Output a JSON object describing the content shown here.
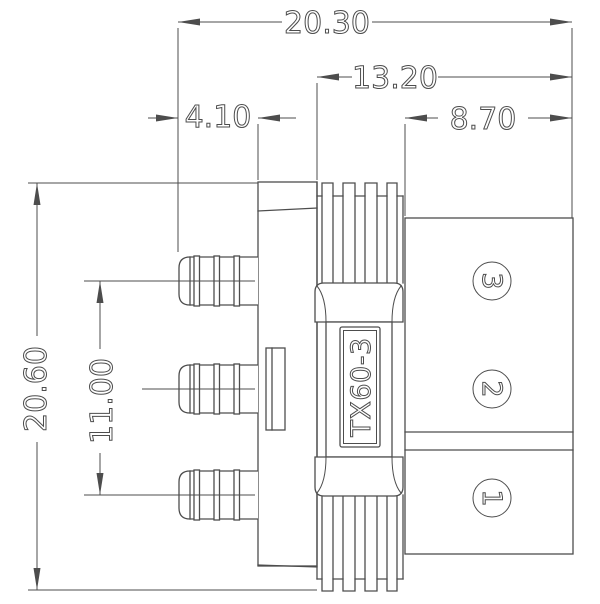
{
  "drawing": {
    "part_label": "TX60-3",
    "terminals": [
      "3",
      "2",
      "1"
    ],
    "dimensions": {
      "overall_width": "20.30",
      "housing_width": "13.20",
      "terminal_block_width": "8.70",
      "pin_length": "4.10",
      "overall_height": "20.60",
      "pin_span": "11.00"
    },
    "colors": {
      "line": "#4d4d4d",
      "background": "#ffffff"
    }
  }
}
